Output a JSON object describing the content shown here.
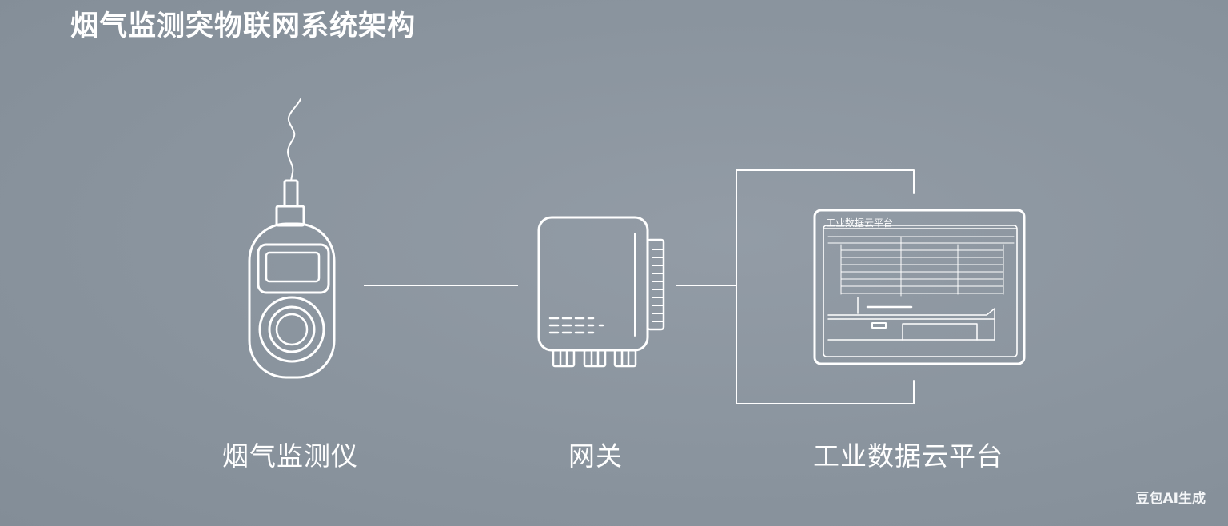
{
  "title": "烟气监测突物联网系统架构",
  "nodes": [
    {
      "id": "monitor",
      "label": "烟气监测仪"
    },
    {
      "id": "gateway",
      "label": "网关"
    },
    {
      "id": "cloud",
      "label": "工业数据云平台",
      "screen_text": "工业数据云平台"
    }
  ],
  "edges": [
    {
      "from": "monitor",
      "to": "gateway"
    },
    {
      "from": "gateway",
      "to": "cloud"
    }
  ],
  "watermark": "豆包AI生成",
  "colors": {
    "background": "#8a949e",
    "line": "#ffffff"
  }
}
